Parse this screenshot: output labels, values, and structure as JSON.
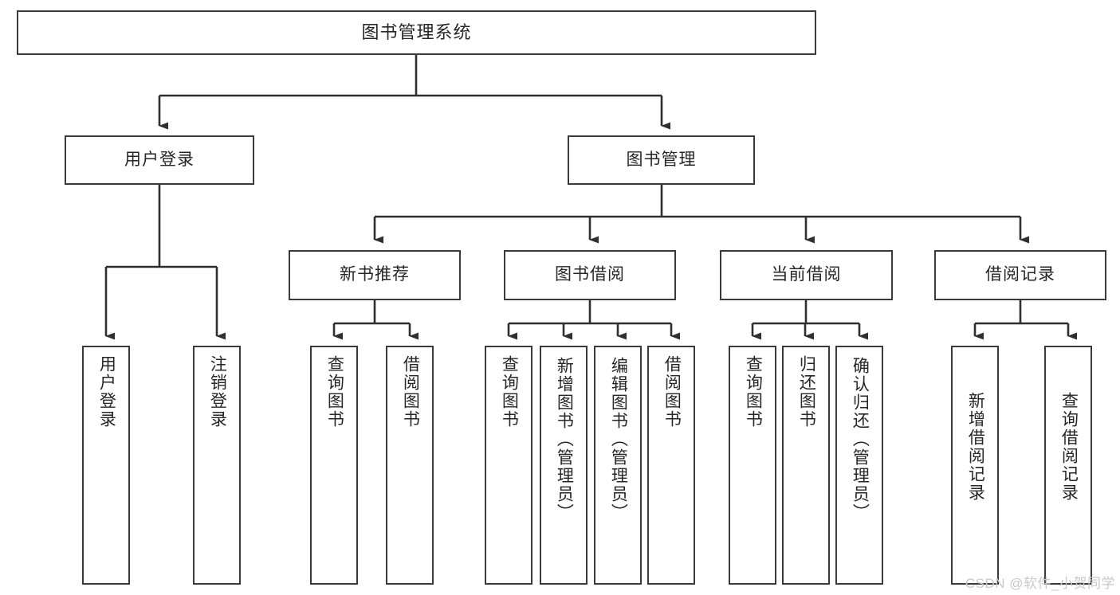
{
  "diagram": {
    "title": "图书管理系统",
    "root": {
      "label": "图书管理系统"
    },
    "level2": [
      {
        "label": "用户登录"
      },
      {
        "label": "图书管理"
      }
    ],
    "level3": [
      {
        "label": "新书推荐"
      },
      {
        "label": "图书借阅"
      },
      {
        "label": "当前借阅"
      },
      {
        "label": "借阅记录"
      }
    ],
    "leaves": [
      {
        "label": "用户登录"
      },
      {
        "label": "注销登录"
      },
      {
        "label": "查询图书"
      },
      {
        "label": "借阅图书"
      },
      {
        "label": "查询图书"
      },
      {
        "label": "新增图书（管理员）"
      },
      {
        "label": "编辑图书（管理员）"
      },
      {
        "label": "借阅图书"
      },
      {
        "label": "查询图书"
      },
      {
        "label": "归还图书"
      },
      {
        "label": "确认归还（管理员）"
      },
      {
        "label": "新增借阅记录"
      },
      {
        "label": "查询借阅记录"
      }
    ]
  },
  "watermark": {
    "text": "CSDN @软件_小贺同学"
  },
  "colors": {
    "border": "#3a3a3a",
    "text": "#262626",
    "background": "#ffffff",
    "watermark": "#c9c9c9"
  }
}
